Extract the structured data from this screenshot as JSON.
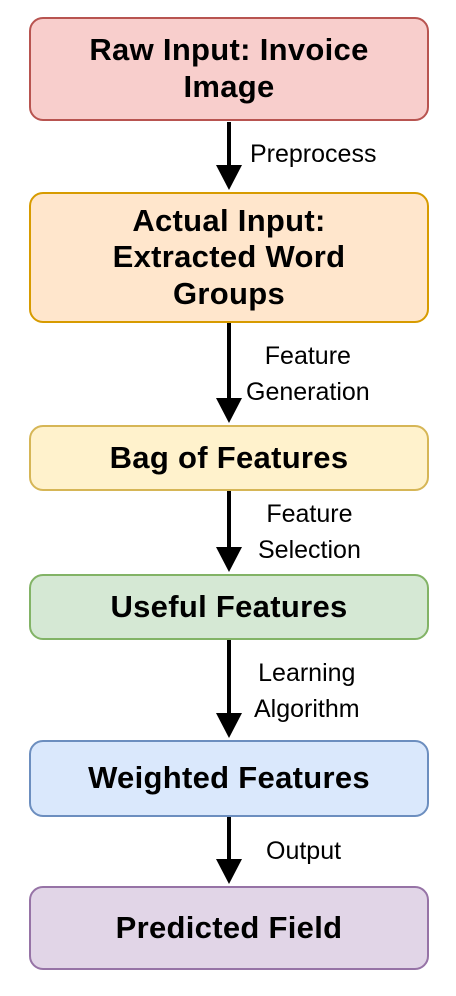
{
  "nodes": [
    {
      "id": "raw-input",
      "label_lines": [
        "Raw Input: Invoice",
        "Image"
      ],
      "fill": "#f8cecc",
      "stroke": "#b85450"
    },
    {
      "id": "actual-input",
      "label_lines": [
        "Actual Input:",
        "Extracted Word",
        "Groups"
      ],
      "fill": "#ffe6cc",
      "stroke": "#d79b00"
    },
    {
      "id": "bag-of-features",
      "label_lines": [
        "Bag of Features"
      ],
      "fill": "#fff2cc",
      "stroke": "#d6b656"
    },
    {
      "id": "useful-features",
      "label_lines": [
        "Useful Features"
      ],
      "fill": "#d5e8d4",
      "stroke": "#82b366"
    },
    {
      "id": "weighted-features",
      "label_lines": [
        "Weighted Features"
      ],
      "fill": "#dae8fc",
      "stroke": "#6c8ebf"
    },
    {
      "id": "predicted-field",
      "label_lines": [
        "Predicted Field"
      ],
      "fill": "#e1d5e7",
      "stroke": "#9673a6"
    }
  ],
  "edges": [
    {
      "from": "raw-input",
      "to": "actual-input",
      "label_lines": [
        "Preprocess"
      ]
    },
    {
      "from": "actual-input",
      "to": "bag-of-features",
      "label_lines": [
        "Feature",
        "Generation"
      ]
    },
    {
      "from": "bag-of-features",
      "to": "useful-features",
      "label_lines": [
        "Feature",
        "Selection"
      ]
    },
    {
      "from": "useful-features",
      "to": "weighted-features",
      "label_lines": [
        "Learning",
        "Algorithm"
      ]
    },
    {
      "from": "weighted-features",
      "to": "predicted-field",
      "label_lines": [
        "Output"
      ]
    }
  ]
}
